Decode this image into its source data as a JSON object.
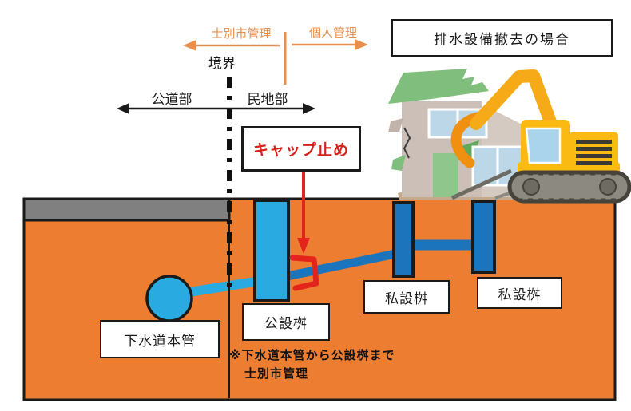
{
  "diagram": {
    "title": "排水設備撤去の場合",
    "management_zones": {
      "city": {
        "label": "士別市管理"
      },
      "personal": {
        "label": "個人管理"
      }
    },
    "boundary": {
      "label": "境界"
    },
    "areas": {
      "public_road": {
        "label": "公道部"
      },
      "private_land": {
        "label": "民地部"
      }
    },
    "cap_callout": {
      "label": "キャップ止め"
    },
    "components": {
      "sewer_main": "下水道本管",
      "public_masu": "公設桝",
      "private_masu_1": "私設桝",
      "private_masu_2": "私設桝"
    },
    "note": {
      "line1": "※下水道本管から公設桝まで",
      "line2": "士別市管理"
    },
    "icons": {
      "city_zone_arrow": "arrow-left",
      "personal_zone_arrow": "arrow-right",
      "road_span_arrow": "arrow-left-right",
      "cap_pointer_arrow": "arrow-down"
    },
    "colors": {
      "ground": "#ED7D31",
      "road_surface": "#808080",
      "sewer_light_blue": "#29ABE2",
      "pipe_dark_blue": "#1C75BC",
      "zone_accent_orange": "#E88F4E",
      "callout_red": "#E3241D",
      "outline_black": "#1A1A1A"
    }
  }
}
